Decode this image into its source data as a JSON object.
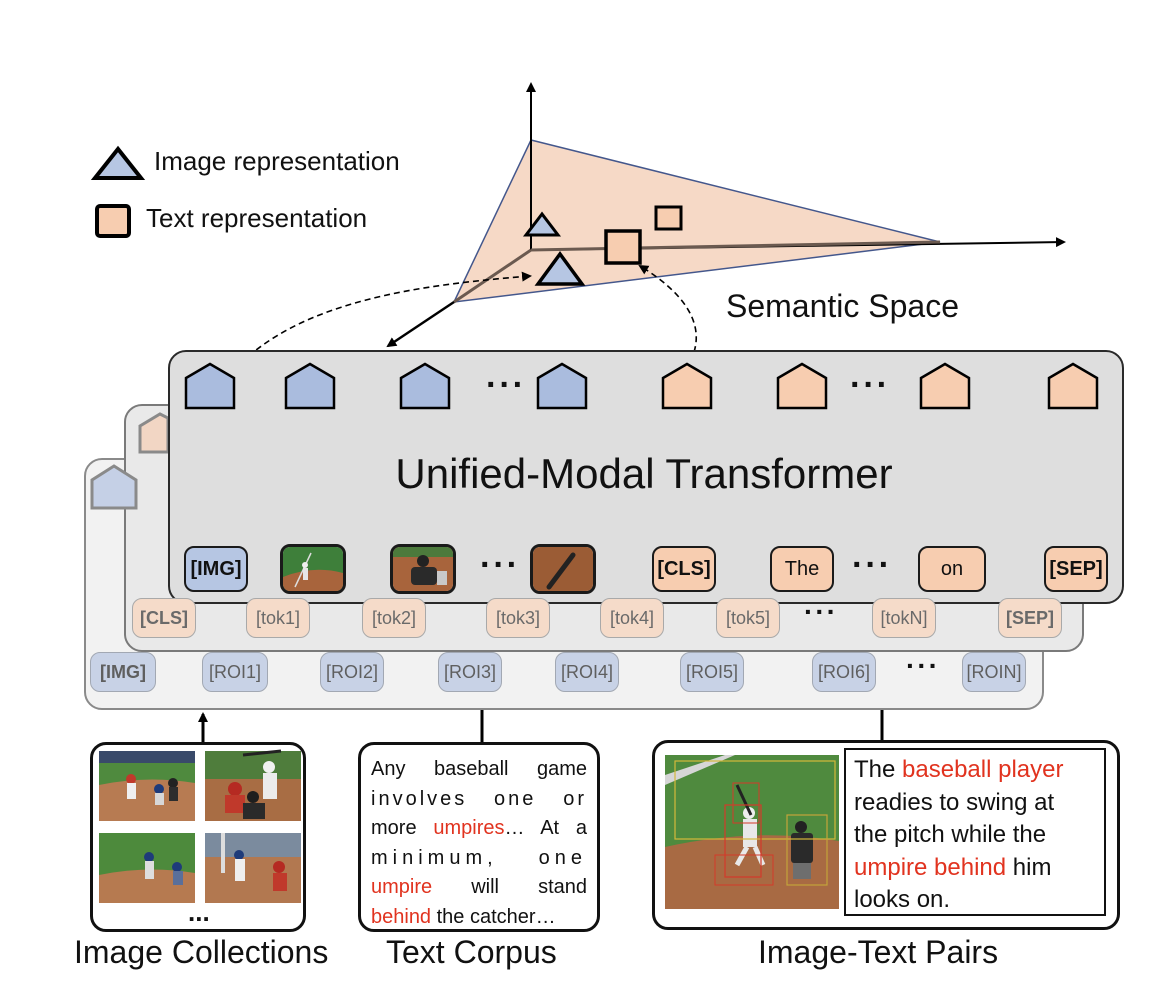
{
  "legend": {
    "image_label": "Image representation",
    "text_label": "Text representation"
  },
  "semantic_space_label": "Semantic Space",
  "transformer_title": "Unified-Modal Transformer",
  "top_tokens": {
    "img_label": "[IMG]",
    "cls_label": "[CLS]",
    "the_label": "The",
    "on_label": "on",
    "sep_label": "[SEP]",
    "ellipsis": "···"
  },
  "text_layer_tokens": [
    "[CLS]",
    "[tok1]",
    "[tok2]",
    "[tok3]",
    "[tok4]",
    "[tok5]",
    "···",
    "[tokN]",
    "[SEP]"
  ],
  "image_layer_tokens": [
    "[IMG]",
    "[ROI1]",
    "[ROI2]",
    "[ROI3]",
    "[ROI4]",
    "[ROI5]",
    "[ROI6]",
    "···",
    "[ROIN]"
  ],
  "image_collections": {
    "ellipsis": "...",
    "caption": "Image Collections"
  },
  "text_corpus": {
    "line1": "Any baseball game",
    "line2": "involves one or",
    "line3_a": "more ",
    "line3_red": "umpires",
    "line3_b": "… At a",
    "line4": "minimum, one",
    "line5_red": "umpire",
    "line5_b": " will stand",
    "line6_red": "behind",
    "line6_b": " the catcher…",
    "caption": "Text Corpus"
  },
  "image_text_pairs": {
    "t1": "The ",
    "t1_red": "baseball player",
    "t2": "readies to swing at",
    "t3": "the pitch while the",
    "t4_red": "umpire behind",
    "t4_b": " him",
    "t5": "looks on.",
    "caption": "Image-Text Pairs"
  },
  "colors": {
    "image_blue": "#b6c6e3",
    "text_peach": "#f7cdb0",
    "highlight_red": "#e1331f"
  }
}
